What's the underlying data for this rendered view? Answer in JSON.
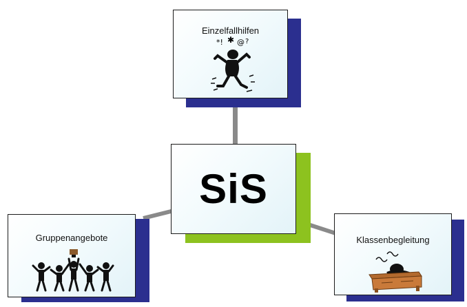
{
  "diagram": {
    "center": {
      "label": "SiS"
    },
    "nodes": [
      {
        "label": "Einzelfallhilfen"
      },
      {
        "label": "Gruppenangebote"
      },
      {
        "label": "Klassenbegleitung"
      }
    ]
  },
  "colors": {
    "center_shadow": "#8dc21f",
    "node_shadow": "#2b2f8f",
    "connector": "#8a8a8a",
    "box_border": "#1a1a1a"
  },
  "icons": {
    "top_node": "person-stress-clipart",
    "left_node": "group-cheering-clipart",
    "right_node": "person-sleeping-at-desk-clipart"
  }
}
